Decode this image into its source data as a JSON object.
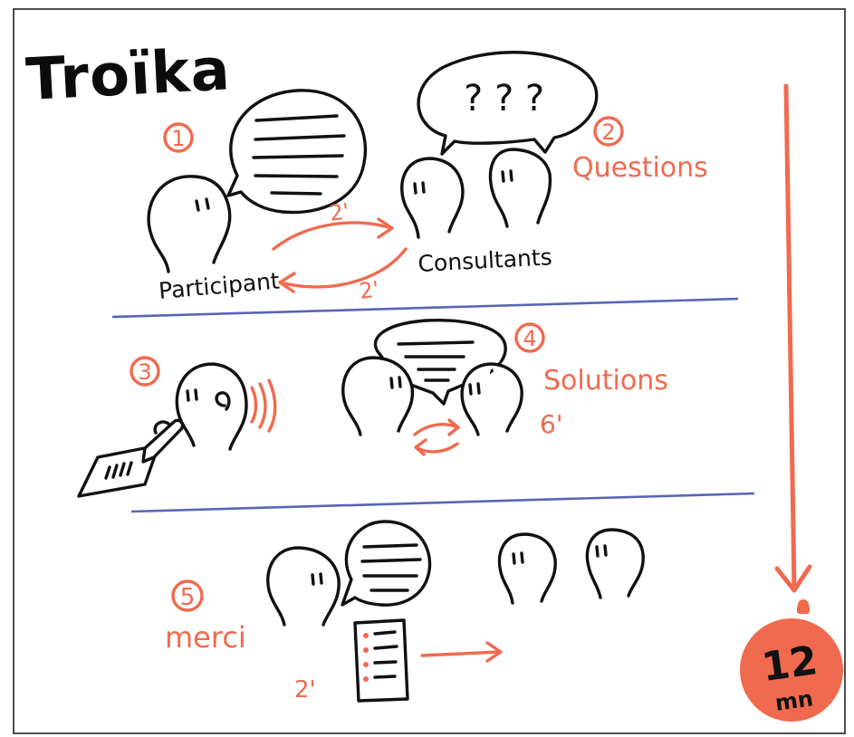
{
  "title": "Troïka",
  "colors": {
    "accent": "#f06a4f",
    "ink": "#111111",
    "separator": "#5566b8",
    "background": "#ffffff"
  },
  "steps": [
    {
      "number": "1",
      "label": ""
    },
    {
      "number": "2",
      "label": "Questions"
    },
    {
      "number": "3",
      "label": ""
    },
    {
      "number": "4",
      "label": "Solutions",
      "duration": "6'"
    },
    {
      "number": "5",
      "label": "merci",
      "duration": "2'"
    }
  ],
  "roles": {
    "participant": "Participant",
    "consultants": "Consultants"
  },
  "durations": {
    "to_consultants": "2'",
    "to_participant": "2'"
  },
  "question_marks": "? ? ?",
  "timer": {
    "value": "12",
    "unit": "mn"
  },
  "icons": [
    "speech-bubble-icon",
    "person-icon",
    "pen-icon",
    "paper-icon",
    "ear-icon",
    "arrow-icon",
    "stopwatch-icon"
  ]
}
